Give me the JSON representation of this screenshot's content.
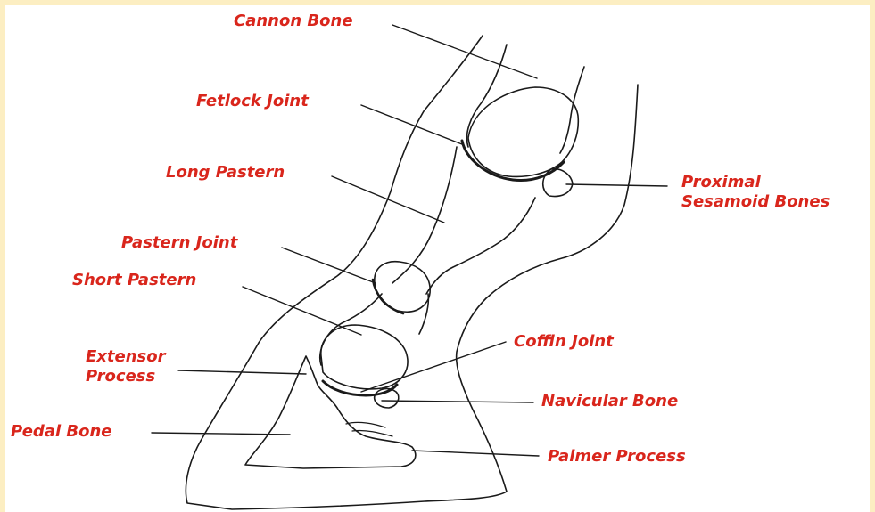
{
  "colors": {
    "background": "#FCEEC2",
    "panel": "#FFFFFF",
    "label": "#D9261C",
    "line": "#1A1A1A"
  },
  "labels": {
    "cannon_bone": "Cannon Bone",
    "fetlock_joint": "Fetlock Joint",
    "long_pastern": "Long Pastern",
    "pastern_joint": "Pastern Joint",
    "short_pastern": "Short Pastern",
    "extensor_process_1": "Extensor",
    "extensor_process_2": "Process",
    "pedal_bone": "Pedal Bone",
    "proximal_sesamoid_1": "Proximal",
    "proximal_sesamoid_2": "Sesamoid Bones",
    "coffin_joint": "Coffin Joint",
    "navicular_bone": "Navicular Bone",
    "palmer_process": "Palmer Process"
  }
}
